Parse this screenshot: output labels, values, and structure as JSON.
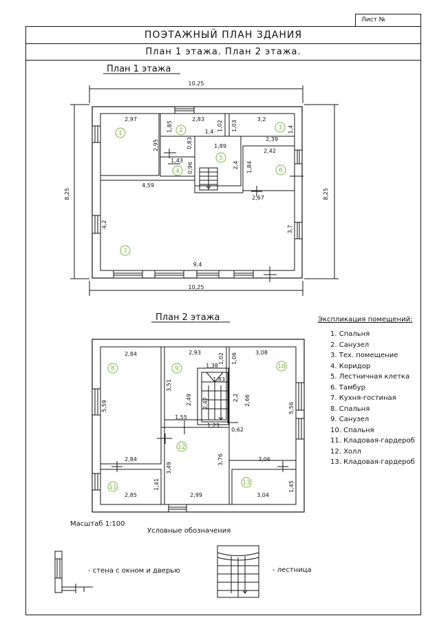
{
  "sheet_label": "Лист №",
  "title_main": "ПОЭТАЖНЫЙ ПЛАН ЗДАНИЯ",
  "title_sub": "План 1 этажа. План 2 этажа.",
  "floor1": {
    "title": "План 1 этажа",
    "dims": {
      "top": "10,25",
      "bottom": "10,25",
      "left": "8,25",
      "right": "8,25",
      "r1_w": "2,97",
      "r1_h": "2,95",
      "r2_w": "2,83",
      "r2_h1": "1,85",
      "r2_h2": "0,83",
      "r2_w2": "1,4",
      "r2_h3": "1,02",
      "r3_h1": "1,03",
      "r3_w": "3,2",
      "r3_h": "1,4",
      "r4_w": "1,43",
      "r4_h": "0,96",
      "r5_w": "1,89",
      "r5_h": "2,4",
      "r6_w1": "2,39",
      "r6_w2": "2,42",
      "r6_h": "1,84",
      "r6_w3": "2,67",
      "r7_w1": "4,59",
      "r7_h1": "4,2",
      "r7_h2": "3,7",
      "r7_w2": "9,4"
    },
    "rooms": [
      "1",
      "2",
      "3",
      "4",
      "5",
      "6",
      "7"
    ]
  },
  "floor2": {
    "title": "План 2 этажа",
    "dims": {
      "r8_w": "2,84",
      "r8_h": "5,59",
      "r8_w2": "2,84",
      "r9_w": "2,93",
      "r9_w2": "1,02",
      "r9_h": "3,51",
      "r9_w3": "1,38",
      "stair_w": "1,83",
      "stair_h1": "2,47",
      "stair_h2": "2,2",
      "r12_w1": "1,23",
      "r10_w1": "1,06",
      "r10_w": "3,08",
      "r10_h1": "2,66",
      "r10_h": "5,56",
      "r10_w2": "0,62",
      "r12_w2": "1,55",
      "r12_h1": "2,49",
      "r12_h2": "3,49",
      "r12_h3": "3,76",
      "r12_w3": "2,99",
      "r11_w": "2,85",
      "r11_h": "1,41",
      "r13_w1": "3,06",
      "r13_w": "3,04",
      "r13_h": "1,45"
    },
    "rooms": [
      "8",
      "9",
      "10",
      "11",
      "12",
      "13"
    ]
  },
  "legend": {
    "title": "Экспликация помещений:",
    "items": [
      "1. Спальня",
      "2. Санузел",
      "3. Тех. помещение",
      "4. Коридор",
      "5. Лестничная клетка",
      "6. Тамбур",
      "7. Кухня-гостиная",
      "8. Спальня",
      "9. Санузел",
      "10. Спальня",
      "11. Кладовая-гардероб",
      "12. Холл",
      "13. Кладовая-гардероб"
    ]
  },
  "scale_label": "Масштаб  1:100",
  "symbols_title": "Условные обозначения",
  "symbol_wall": "- стена с окном  и дверью",
  "symbol_stair": "- лестница",
  "colors": {
    "ink": "#111111",
    "room_marker": "#7cb342"
  }
}
